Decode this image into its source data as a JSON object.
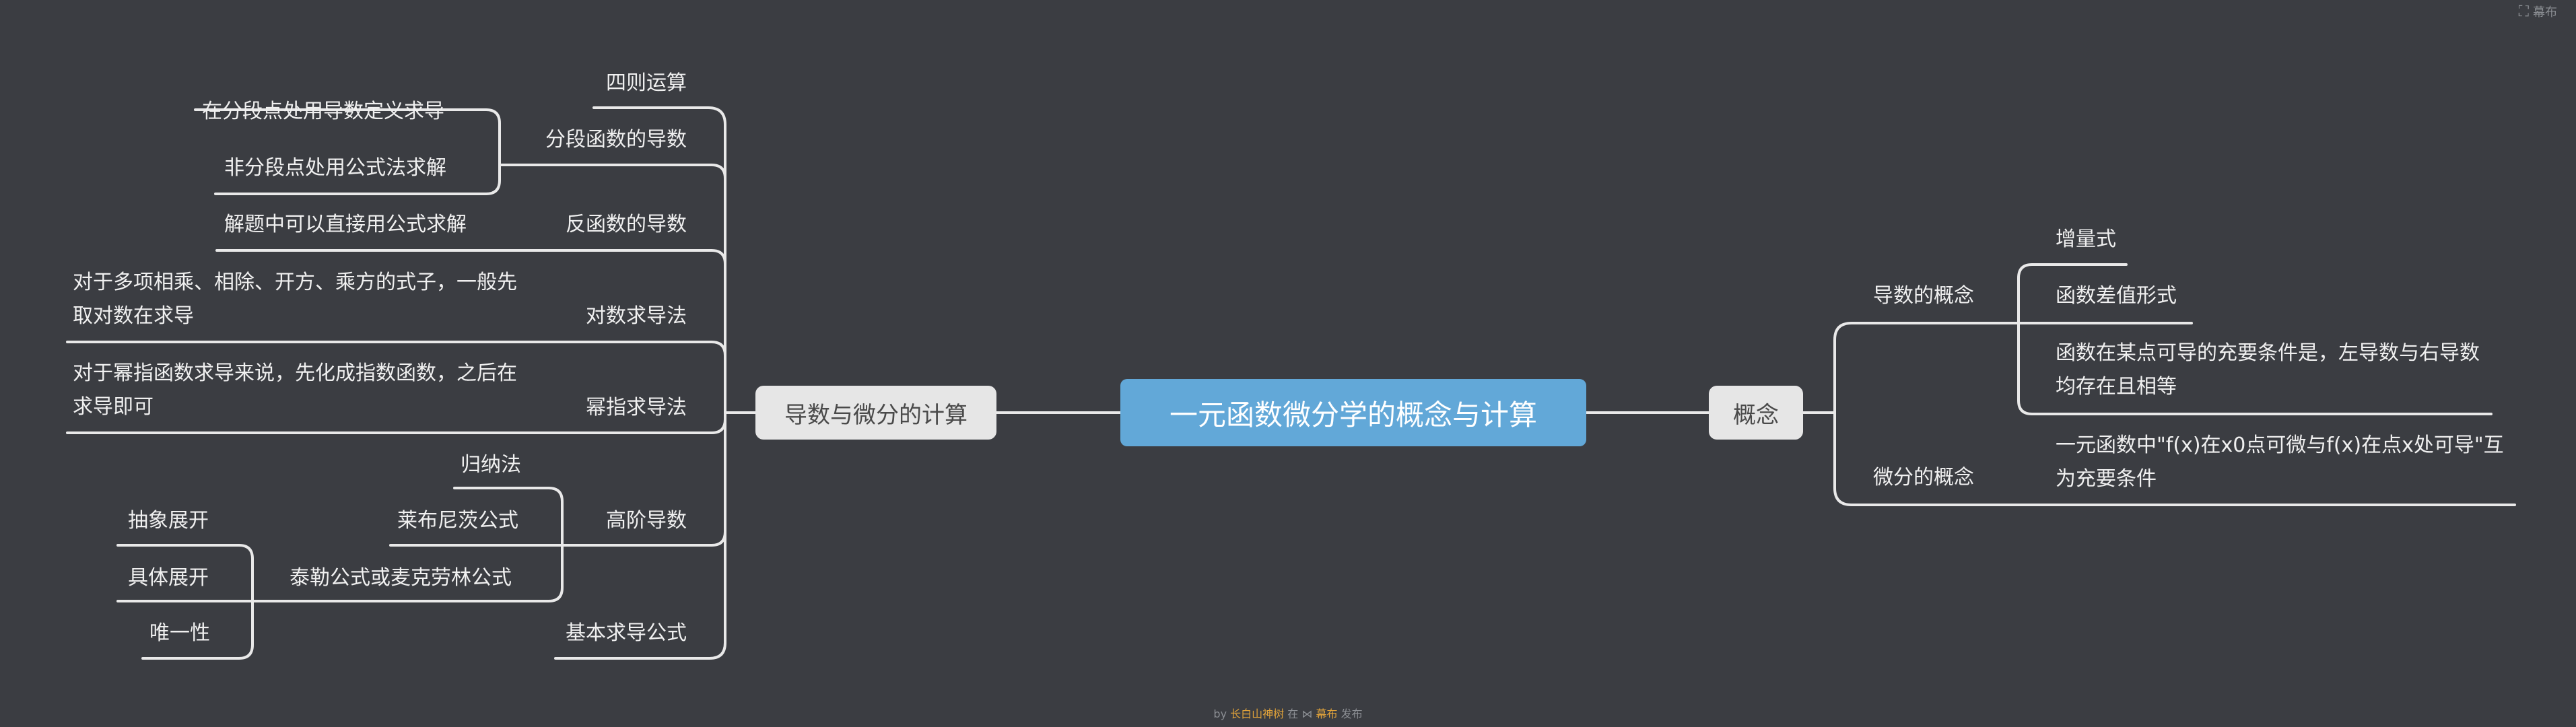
{
  "top_right": {
    "label": "幕布"
  },
  "center": {
    "title": "一元函数微分学的概念与计算"
  },
  "right_branch": {
    "title": "概念",
    "children": [
      {
        "label": "导数的概念",
        "children": [
          "增量式",
          "函数差值形式",
          "函数在某点可导的充要条件是，左导数与右导数均存在且相等"
        ]
      },
      {
        "label": "微分的概念",
        "children": [
          "一元函数中\"f(x)在x0点可微与f(x)在点x处可导\"互为充要条件"
        ]
      }
    ]
  },
  "left_branch": {
    "title": "导数与微分的计算",
    "children": [
      {
        "label": "四则运算",
        "children": []
      },
      {
        "label": "分段函数的导数",
        "children": [
          "在分段点处用导数定义求导",
          "非分段点处用公式法求解"
        ]
      },
      {
        "label": "反函数的导数",
        "children": [
          "解题中可以直接用公式求解"
        ]
      },
      {
        "label": "对数求导法",
        "children": [
          "对于多项相乘、相除、开方、乘方的式子，一般先取对数在求导"
        ]
      },
      {
        "label": "幂指求导法",
        "children": [
          "对于幂指函数求导来说，先化成指数函数，之后在求导即可"
        ]
      },
      {
        "label": "高阶导数",
        "children": [
          {
            "label": "归纳法",
            "children": []
          },
          {
            "label": "莱布尼茨公式",
            "children": []
          },
          {
            "label": "泰勒公式或麦克劳林公式",
            "children": [
              "抽象展开",
              "具体展开",
              "唯一性"
            ]
          }
        ]
      },
      {
        "label": "基本求导公式",
        "children": []
      }
    ]
  },
  "footer": {
    "by": "by",
    "author": "长白山神树",
    "using": "在",
    "app": "幕布",
    "suffix": "发布"
  }
}
